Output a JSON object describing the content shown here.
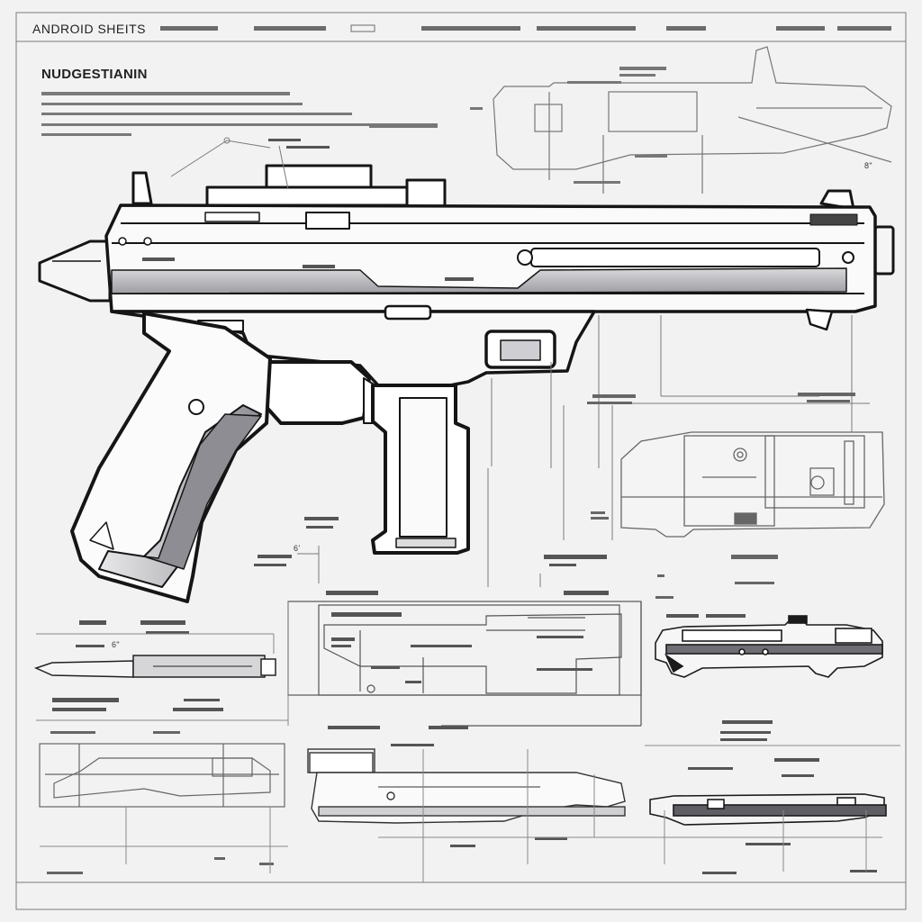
{
  "header": {
    "title": "ANDROID SHEITS"
  },
  "section": {
    "title": "NUDGESTIANIN"
  },
  "labels": {
    "tag_a": "6\"",
    "tag_b": "6'",
    "tag_c": "8\""
  },
  "colors": {
    "background": "#f2f2f2",
    "line": "#1a1a1a",
    "fill_light": "#ffffff",
    "fill_shade": "#b9b9bd",
    "fill_dark": "#4a4a4f",
    "annotation": "#666666"
  }
}
